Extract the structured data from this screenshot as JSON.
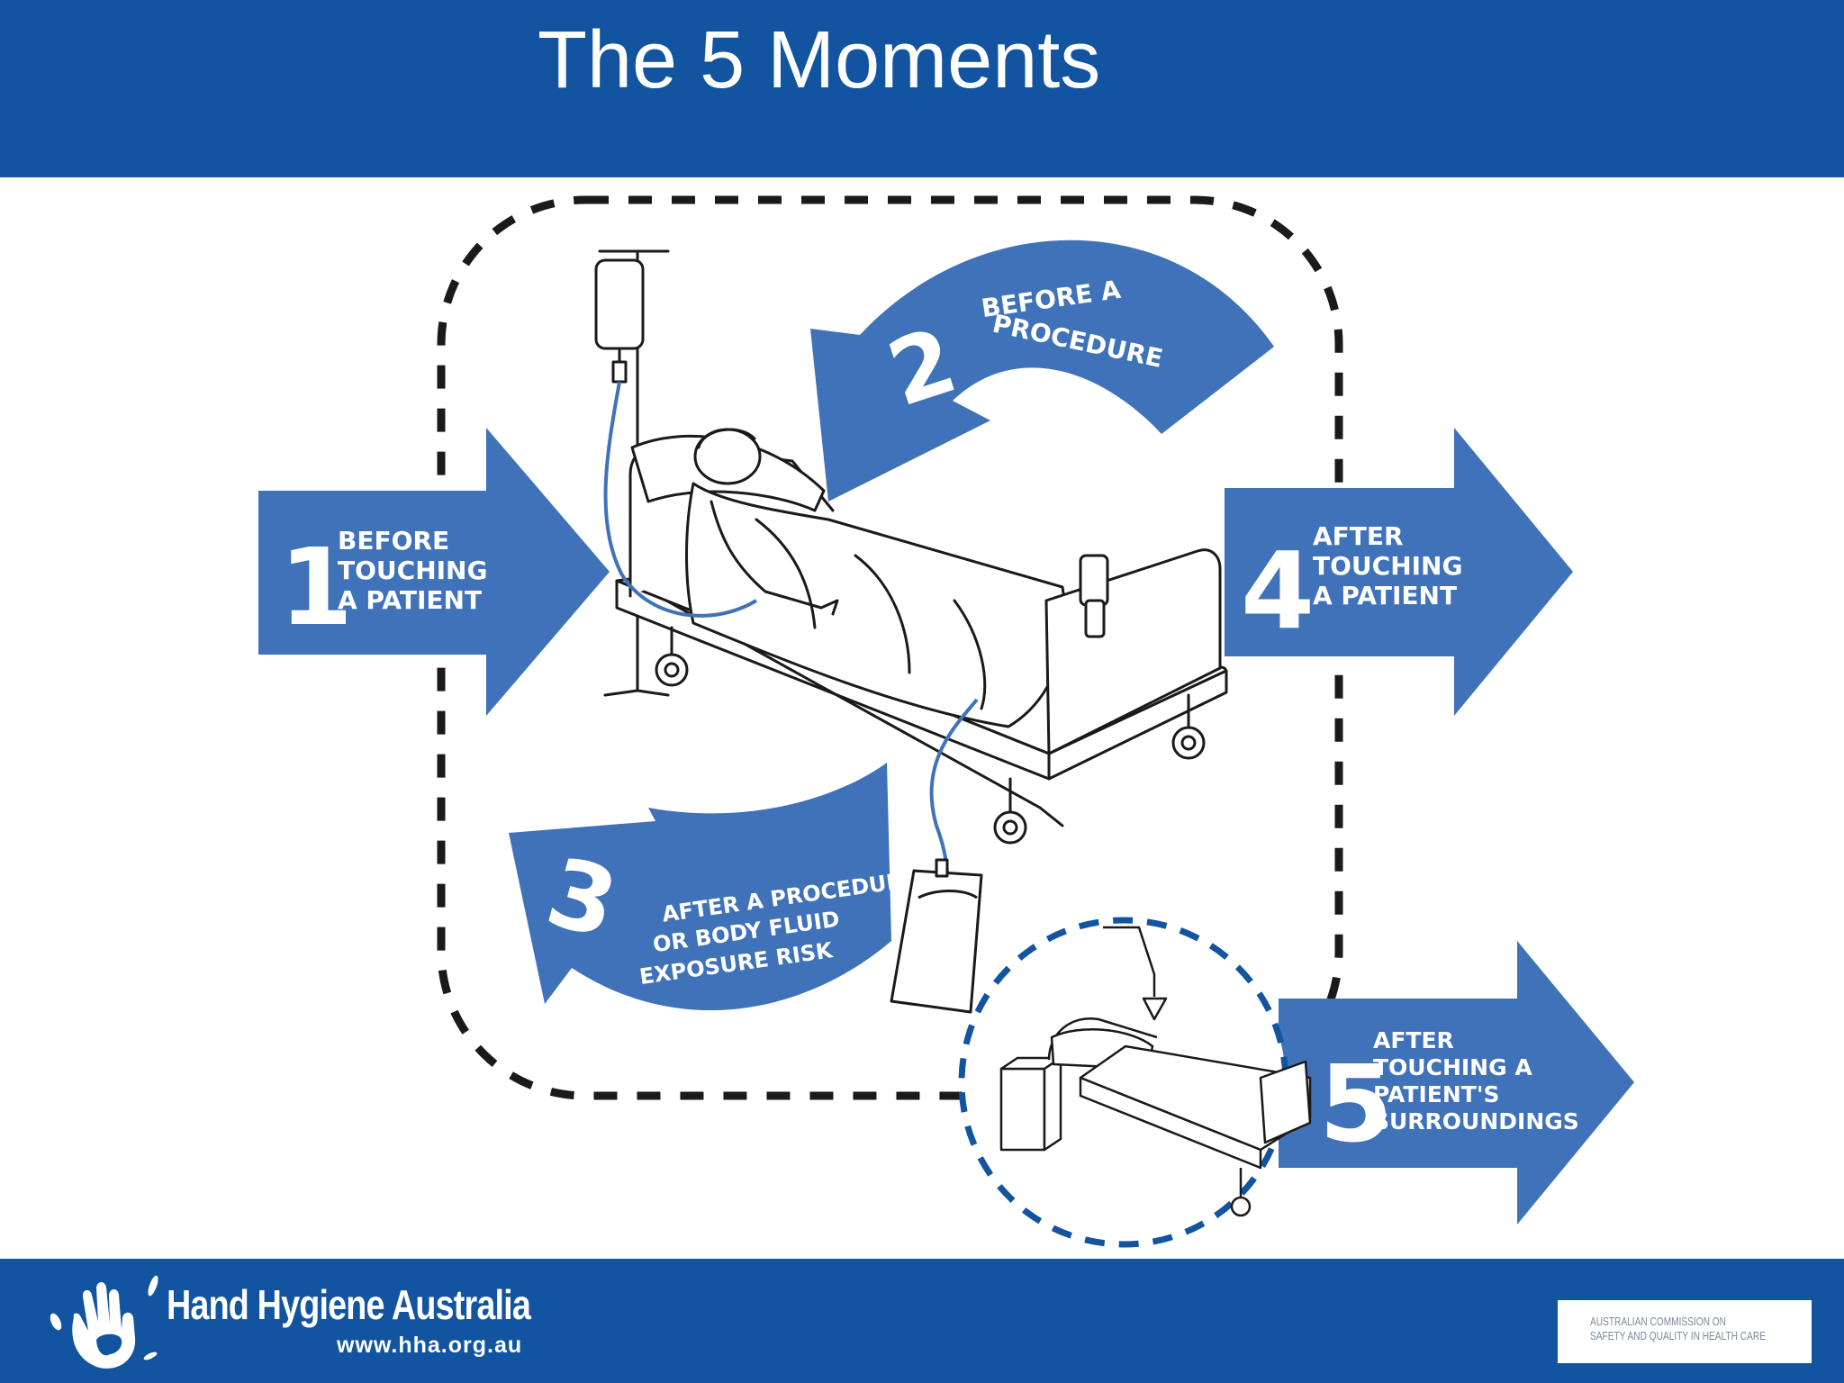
{
  "header": {
    "title": "The 5 Moments"
  },
  "moments": [
    {
      "number": "1",
      "lines": [
        "BEFORE",
        "TOUCHING",
        "A PATIENT"
      ]
    },
    {
      "number": "2",
      "lines": [
        "BEFORE A",
        "PROCEDURE"
      ]
    },
    {
      "number": "3",
      "lines": [
        "AFTER A PROCEDURE",
        "OR BODY FLUID",
        "EXPOSURE RISK"
      ]
    },
    {
      "number": "4",
      "lines": [
        "AFTER",
        "TOUCHING",
        "A PATIENT"
      ]
    },
    {
      "number": "5",
      "lines": [
        "AFTER",
        "TOUCHING A",
        "PATIENT'S",
        "SURROUNDINGS"
      ]
    }
  ],
  "footer": {
    "brand_name": "Hand Hygiene Australia",
    "brand_url": "www.hha.org.au",
    "commission_line1": "AUSTRALIAN COMMISSION ON",
    "commission_line2": "SAFETY AND QUALITY IN HEALTH CARE"
  },
  "colors": {
    "brand_blue": "#1254a0",
    "arrow_blue": "#3f72b8",
    "line_dark": "#1a1a1a"
  }
}
